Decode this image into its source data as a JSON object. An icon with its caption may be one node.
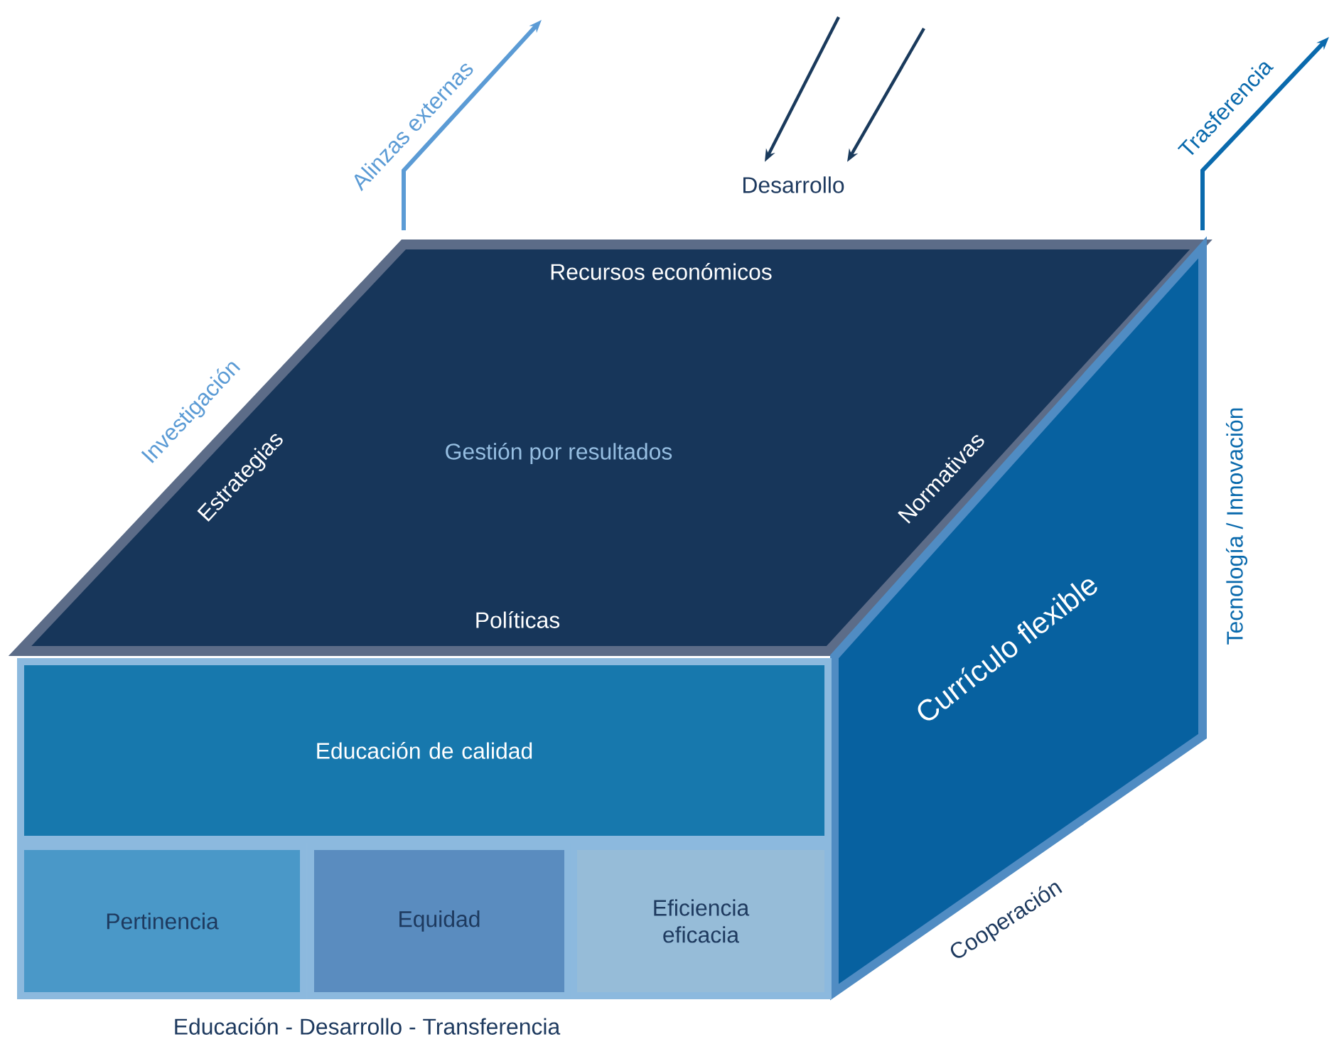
{
  "diagram": {
    "nodes": [
      {
        "text": [
          "Recursos económicos",
          "Estrategias",
          "Gestión por resultados",
          "Normativas",
          "Políticas"
        ]
      },
      {
        "text": [
          "Currículo flexible"
        ]
      },
      {
        "text": [
          "Educación de calidad"
        ]
      },
      {
        "text": [
          "Pertinencia"
        ]
      },
      {
        "text": [
          "Equidad"
        ]
      },
      {
        "text": [
          "Eficiencia eficacia"
        ]
      },
      {
        "text": [
          "Desarrollo"
        ]
      }
    ],
    "edges": [
      {
        "from": 0,
        "to": null,
        "arrow": "to",
        "label": "Alinzas externas",
        "color": "#5b9bd5"
      },
      {
        "from": null,
        "to": 6,
        "arrow": "to",
        "color": "#1a3a5c"
      },
      {
        "from": null,
        "to": 6,
        "arrow": "to",
        "color": "#1a3a5c"
      },
      {
        "from": 0,
        "to": null,
        "arrow": "to",
        "label": "Trasferencia",
        "color": "#0a6aad"
      }
    ],
    "labels": [
      "Investigación",
      "Tecnología / Innovación",
      "Cooperación",
      "Educación - Desarrollo - Transferencia"
    ]
  }
}
